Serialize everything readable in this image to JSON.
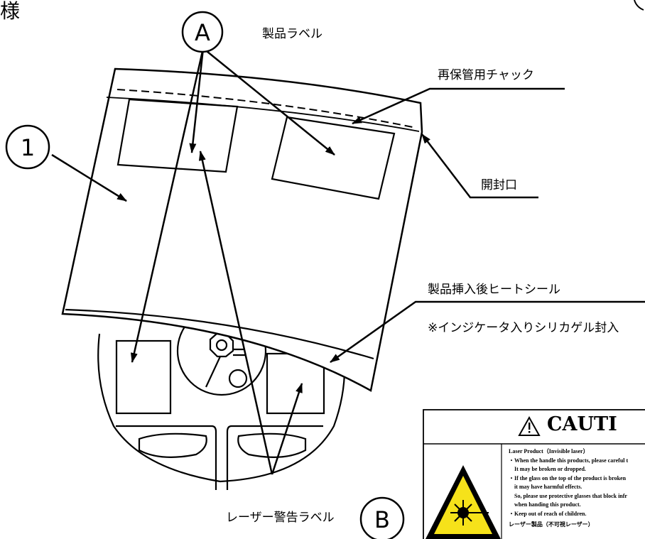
{
  "header": {
    "title_fragment": "様"
  },
  "labels": {
    "product_label": "製品ラベル",
    "reseal_zipper": "再保管用チャック",
    "opening": "開封口",
    "heat_seal": "製品挿入後ヒートシール",
    "silica_note": "※インジケータ入りシリカゲル封入",
    "laser_warning_label": "レーザー警告ラベル"
  },
  "callouts": {
    "a": "A",
    "b": "B",
    "one": "1"
  },
  "caution_card": {
    "title": "CAUTI",
    "lines": [
      "Laser Product（Invisible laser）",
      "・When the handle this products, please careful t",
      "It may be broken or dropped.",
      "・If the glass on the top of the product is broken",
      "it may have harmful effects.",
      "So, please use protective glasses that block infr",
      "when handing this product.",
      "・Keep out of reach of children.",
      "レーザー製品（不可視レーザー）"
    ],
    "colors": {
      "warning_yellow": "#f6e21a",
      "ink": "#000000"
    }
  }
}
